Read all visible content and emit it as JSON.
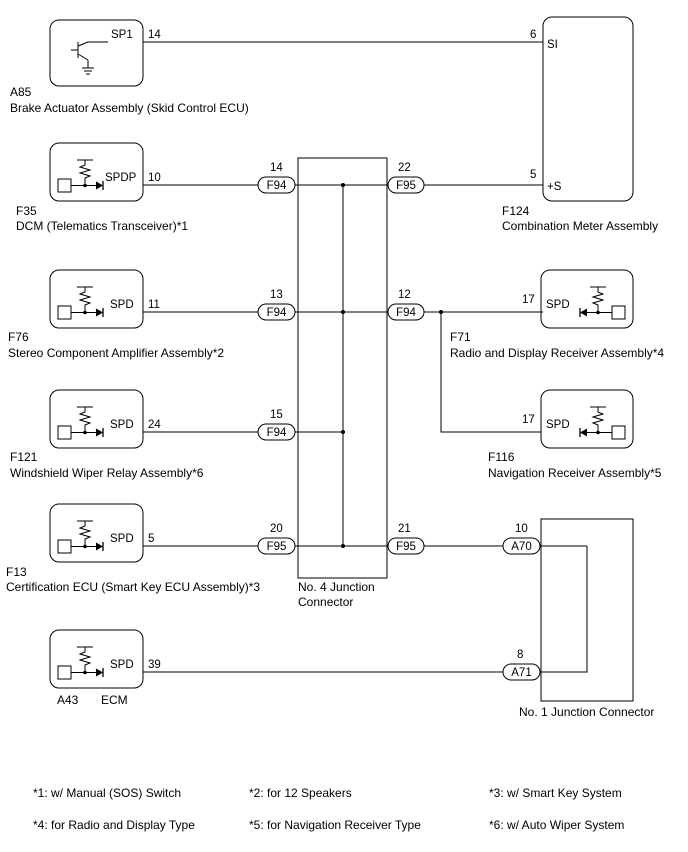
{
  "components": {
    "a85": {
      "code": "A85",
      "name": "Brake Actuator Assembly (Skid Control ECU)",
      "terminal": "SP1",
      "pin": "14"
    },
    "f35": {
      "code": "F35",
      "name": "DCM (Telematics Transceiver)*1",
      "terminal": "SPDP",
      "pin": "10"
    },
    "f76": {
      "code": "F76",
      "name": "Stereo Component Amplifier Assembly*2",
      "terminal": "SPD",
      "pin": "11"
    },
    "f121": {
      "code": "F121",
      "name": "Windshield Wiper Relay Assembly*6",
      "terminal": "SPD",
      "pin": "24"
    },
    "f13": {
      "code": "F13",
      "name": "Certification ECU (Smart Key ECU Assembly)*3",
      "terminal": "SPD",
      "pin": "5"
    },
    "a43": {
      "code": "A43",
      "name": "ECM",
      "terminal": "SPD",
      "pin": "39"
    },
    "f124": {
      "code": "F124",
      "name": "Combination Meter Assembly",
      "terminal_si": "SI",
      "pin_si": "6",
      "terminal_s": "+S",
      "pin_s": "5"
    },
    "f71": {
      "code": "F71",
      "name": "Radio and Display Receiver Assembly*4",
      "terminal": "SPD",
      "pin": "17"
    },
    "f116": {
      "code": "F116",
      "name": "Navigation Receiver Assembly*5",
      "terminal": "SPD",
      "pin": "17"
    },
    "jc4": {
      "line1": "No. 4 Junction",
      "line2": "Connector"
    },
    "jc1": {
      "name": "No. 1 Junction Connector"
    }
  },
  "connectors": {
    "left1": {
      "label": "F94",
      "pin": "14"
    },
    "left2": {
      "label": "F94",
      "pin": "13"
    },
    "left3": {
      "label": "F94",
      "pin": "15"
    },
    "left4": {
      "label": "F95",
      "pin": "20"
    },
    "right1": {
      "label": "F95",
      "pin": "22"
    },
    "right2": {
      "label": "F94",
      "pin": "12"
    },
    "right4": {
      "label": "F95",
      "pin": "21"
    },
    "a70": {
      "label": "A70",
      "pin": "10"
    },
    "a71": {
      "label": "A71",
      "pin": "8"
    }
  },
  "notes": [
    "*1: w/ Manual (SOS) Switch",
    "*2: for 12 Speakers",
    "*3: w/ Smart Key System",
    "*4: for Radio and Display Type",
    "*5: for Navigation Receiver Type",
    "*6: w/ Auto Wiper System"
  ]
}
